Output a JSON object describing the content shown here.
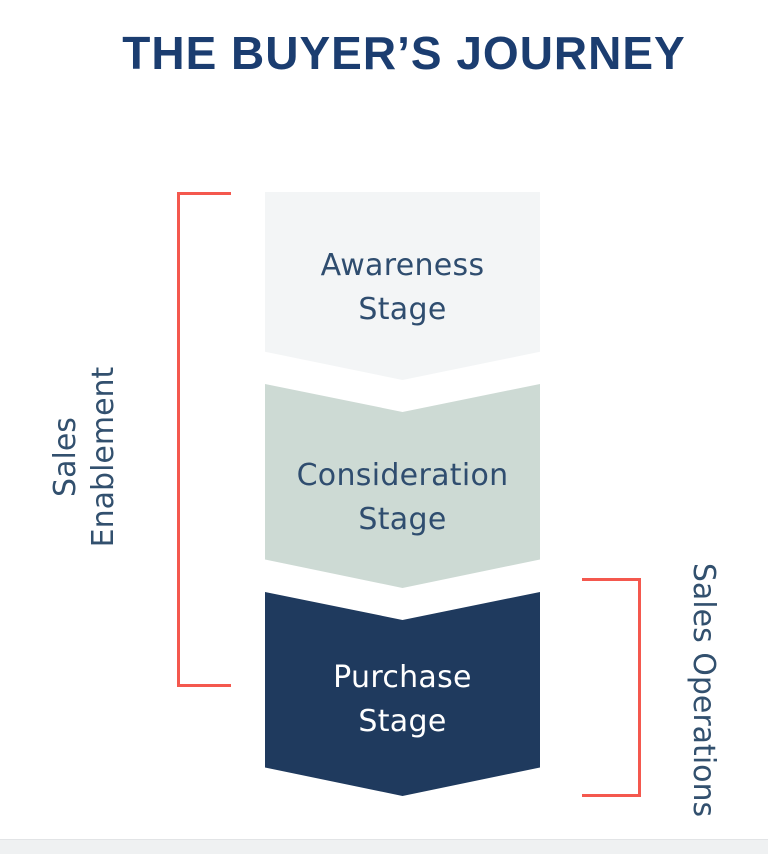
{
  "title": "THE BUYER’S JOURNEY",
  "stages": [
    {
      "label": "Awareness\nStage",
      "fill": "#f3f5f6",
      "text_color": "#2f4d6f"
    },
    {
      "label": "Consideration\nStage",
      "fill": "#cddad4",
      "text_color": "#2f4d6f"
    },
    {
      "label": "Purchase\nStage",
      "fill": "#1f3a5e",
      "text_color": "#ffffff"
    }
  ],
  "annotations": {
    "left": {
      "label": "Sales\nEnablement",
      "bracket_color": "#f4584e"
    },
    "right": {
      "label": "Sales Operations",
      "bracket_color": "#f4584e"
    }
  },
  "colors": {
    "title": "#1b3d70",
    "accent_red": "#f4584e",
    "bottom_bar": "#eff1f2",
    "background": "#ffffff"
  }
}
